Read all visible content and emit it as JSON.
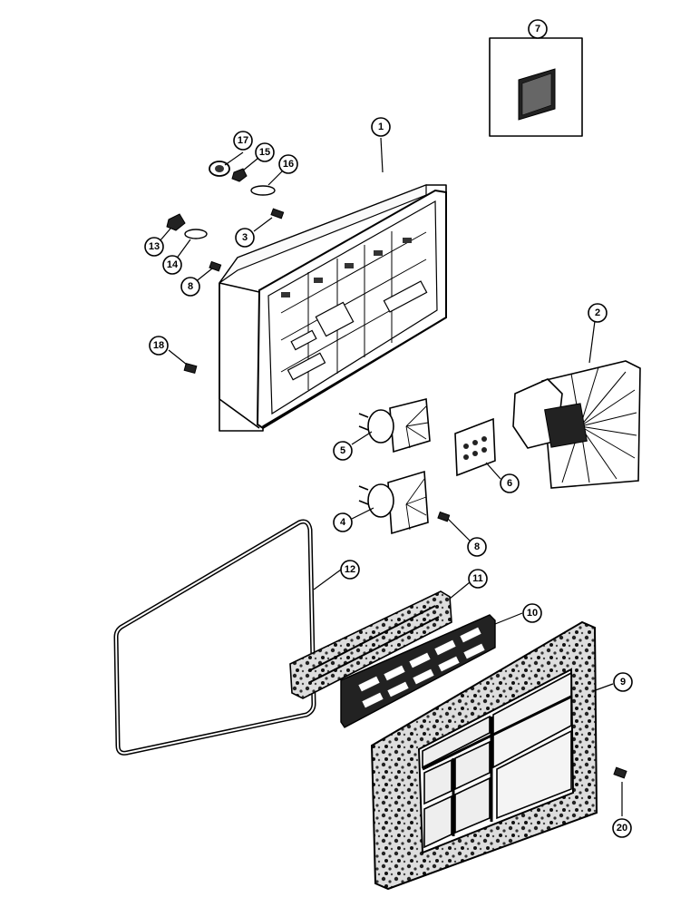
{
  "callouts": {
    "c1": "1",
    "c2": "2",
    "c3": "3",
    "c4": "4",
    "c5": "5",
    "c6": "6",
    "c7": "7",
    "c8a": "8",
    "c8b": "8",
    "c9": "9",
    "c10": "10",
    "c11": "11",
    "c12": "12",
    "c13": "13",
    "c14": "14",
    "c15": "15",
    "c16": "16",
    "c17": "17",
    "c18": "18",
    "c20": "20"
  }
}
